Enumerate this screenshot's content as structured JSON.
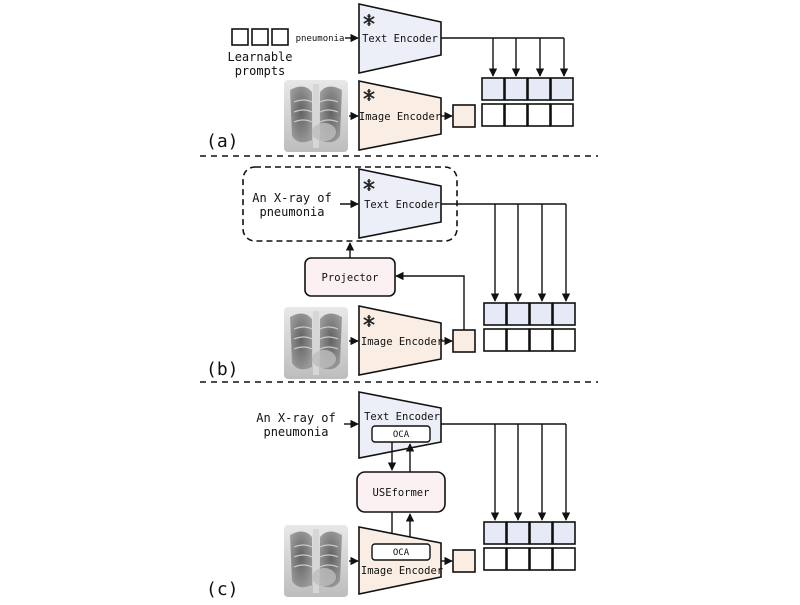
{
  "colors": {
    "text_encoder_fill": "#eceef8",
    "image_encoder_fill": "#faeee4",
    "projector_fill": "#fbf1f3",
    "feature_fill": "#faeee4",
    "matrix_top_fill": "#e6e9f6",
    "stroke": "#111111"
  },
  "icons": {
    "frozen": "snowflake-icon",
    "xray": "chest-xray-image"
  },
  "panel_a": {
    "label": "(a)",
    "prompts_label": [
      "Learnable",
      "prompts"
    ],
    "class_token": "pneumonia",
    "text_encoder": "Text Encoder",
    "image_encoder": "Image Encoder"
  },
  "panel_b": {
    "label": "(b)",
    "prompt_text": [
      "An X-ray of",
      "pneumonia"
    ],
    "text_encoder": "Text Encoder",
    "projector": "Projector",
    "image_encoder": "Image Encoder"
  },
  "panel_c": {
    "label": "(c)",
    "prompt_text": [
      "An X-ray of",
      "pneumonia"
    ],
    "text_encoder": "Text Encoder",
    "text_oca": "OCA",
    "useformer": "USEformer",
    "image_oca": "OCA",
    "image_encoder": "Image Encoder"
  }
}
